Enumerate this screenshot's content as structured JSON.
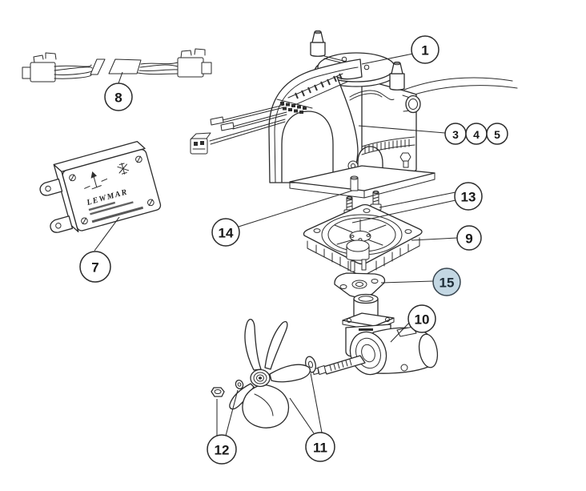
{
  "diagram": {
    "type": "exploded-parts-diagram",
    "line_color": "#2b2b2b",
    "background": "#ffffff",
    "highlight": {
      "fill": "#c3d7e3",
      "text": "#1c2b36"
    },
    "control_box": {
      "brand": "LEWMAR",
      "icons": [
        "this-way-up-icon",
        "snowflake-icon"
      ]
    },
    "callouts": {
      "c1": {
        "label": "1",
        "highlighted": false
      },
      "c3": {
        "label": "3",
        "highlighted": false
      },
      "c4": {
        "label": "4",
        "highlighted": false
      },
      "c5": {
        "label": "5",
        "highlighted": false
      },
      "c7": {
        "label": "7",
        "highlighted": false
      },
      "c8": {
        "label": "8",
        "highlighted": false
      },
      "c9": {
        "label": "9",
        "highlighted": false
      },
      "c10": {
        "label": "10",
        "highlighted": false
      },
      "c11": {
        "label": "11",
        "highlighted": false
      },
      "c12": {
        "label": "12",
        "highlighted": false
      },
      "c13": {
        "label": "13",
        "highlighted": false
      },
      "c14": {
        "label": "14",
        "highlighted": false
      },
      "c15": {
        "label": "15",
        "highlighted": true
      }
    }
  }
}
